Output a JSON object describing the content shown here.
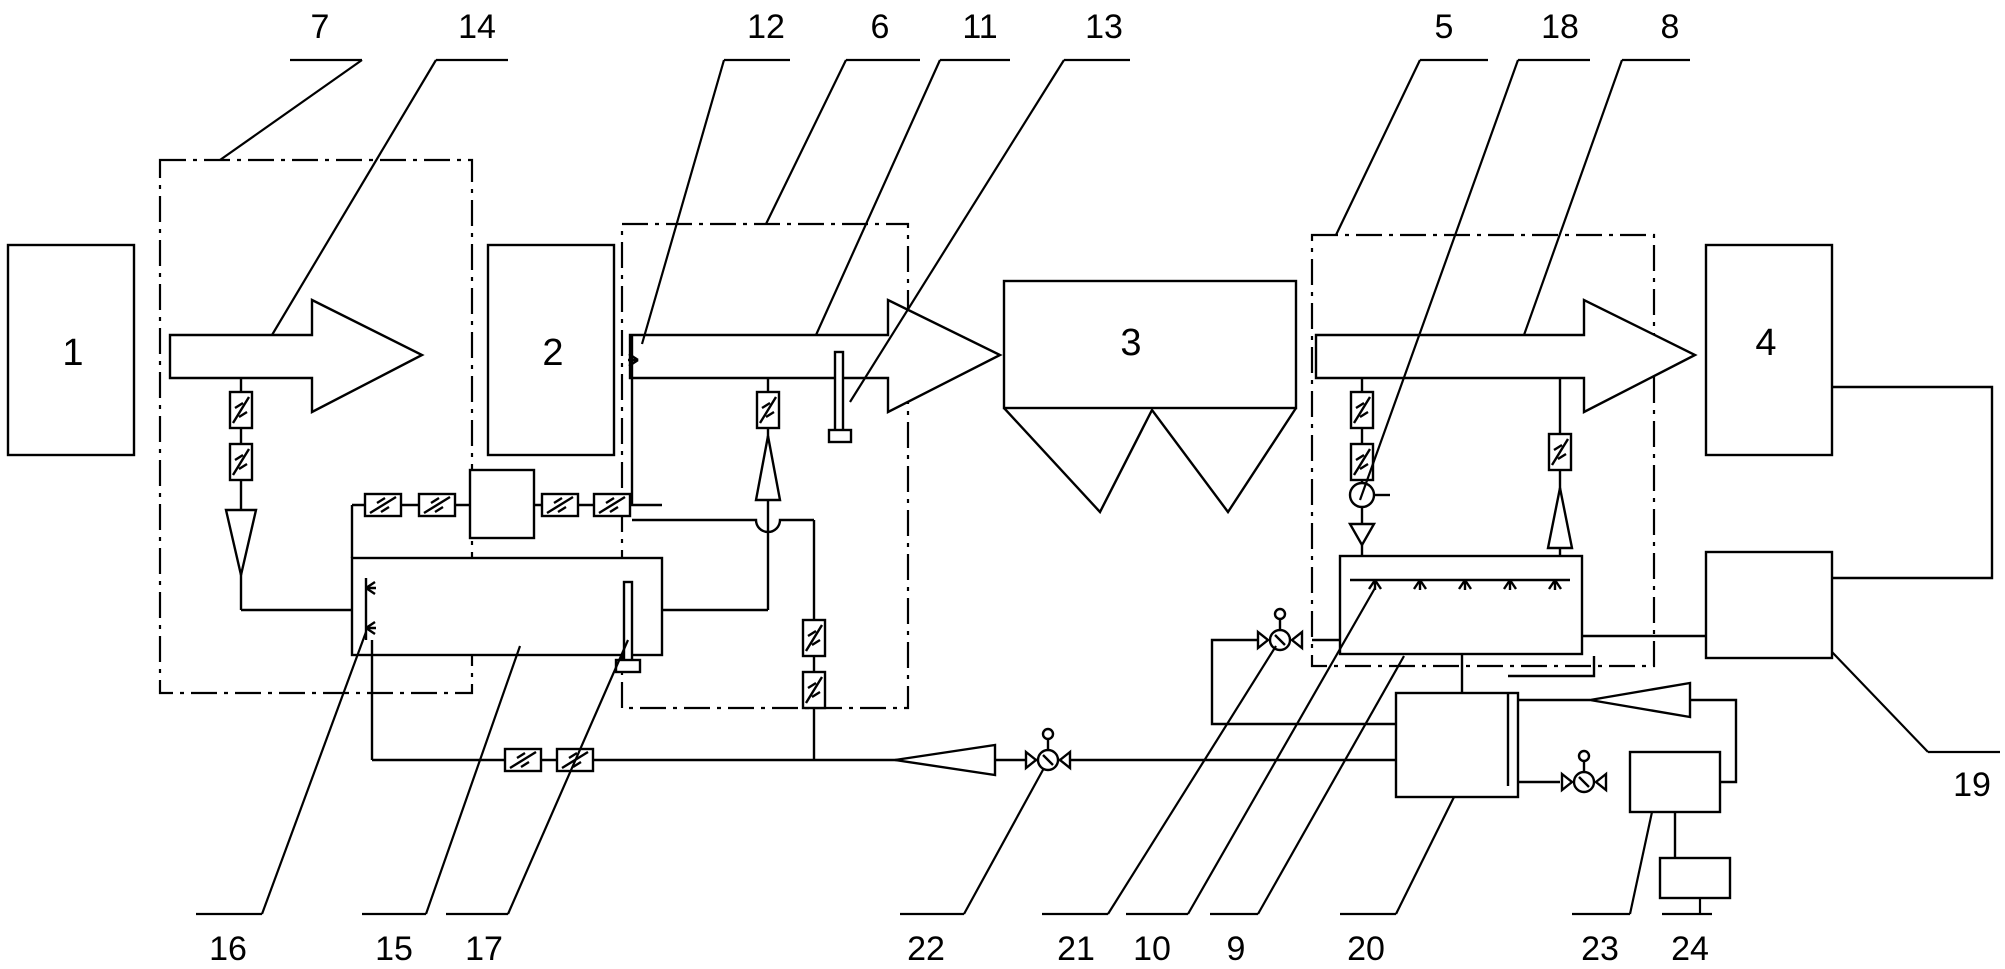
{
  "diagram": {
    "equipment": {
      "e1": "1",
      "e2": "2",
      "e3": "3",
      "e4": "4"
    },
    "callouts": {
      "c5": "5",
      "c6": "6",
      "c7": "7",
      "c8": "8",
      "c9": "9",
      "c10": "10",
      "c11": "11",
      "c12": "12",
      "c13": "13",
      "c14": "14",
      "c15": "15",
      "c16": "16",
      "c17": "17",
      "c18": "18",
      "c19": "19",
      "c20": "20",
      "c21": "21",
      "c22": "22",
      "c23": "23",
      "c24": "24"
    }
  }
}
